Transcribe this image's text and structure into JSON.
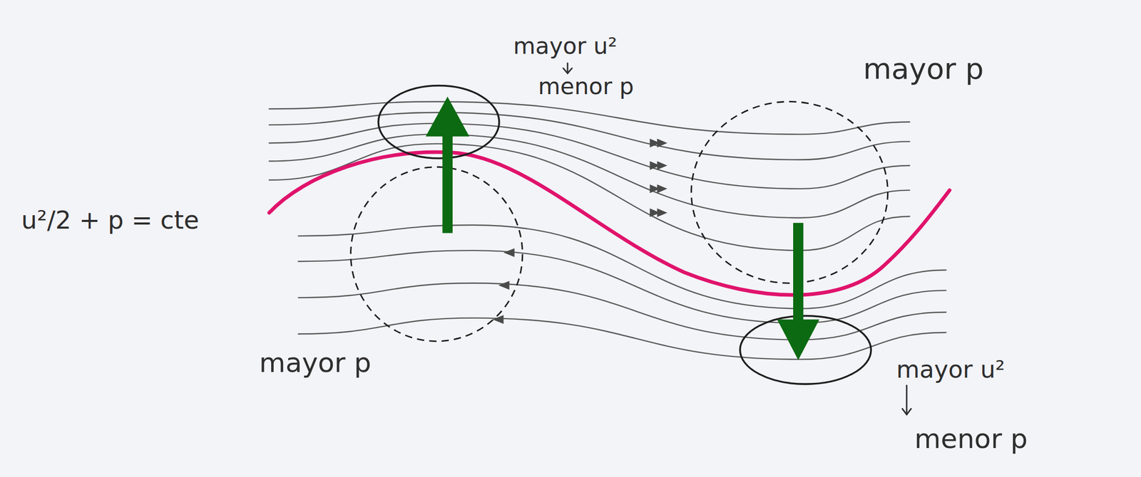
{
  "diagram": {
    "labels": [
      "mayor u²",
      "menor p",
      "mayor p",
      "u²/2 + p = cte",
      "mayor p",
      "mayor u²",
      "menor p"
    ]
  }
}
